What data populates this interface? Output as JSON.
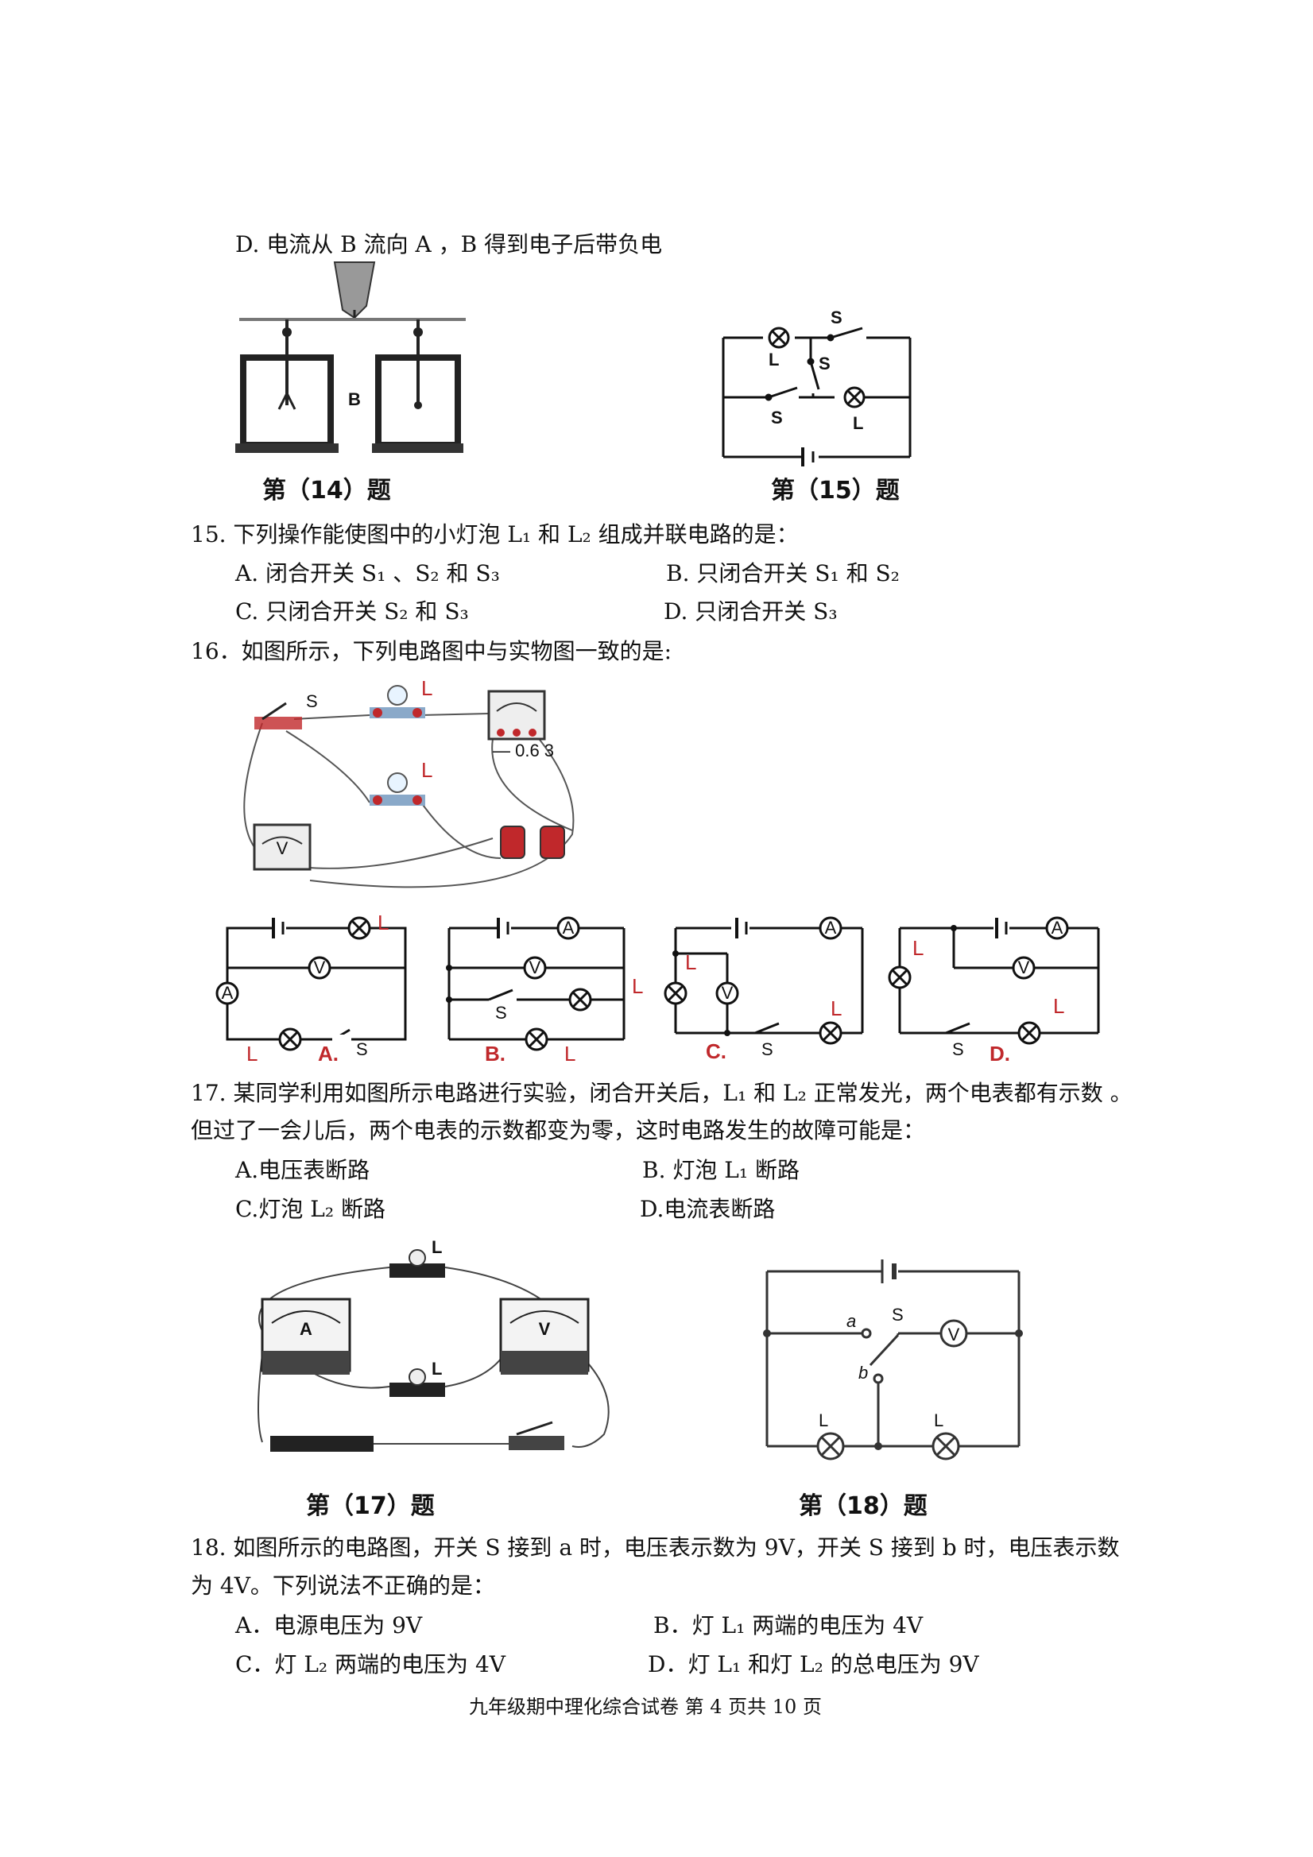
{
  "q14": {
    "option_d": "D.  电流从 B 流向 A ，B 得到电子后带负电",
    "fig_label_b": "B",
    "caption": "第（14）题"
  },
  "q15": {
    "caption": "第（15）题",
    "fig_labels": {
      "s2": "S",
      "s3": "S",
      "s1": "S",
      "l1": "L",
      "l2": "L"
    },
    "stem": "15.    下列操作能使图中的小灯泡 L₁ 和 L₂ 组成并联电路的是：",
    "options": [
      "A.  闭合开关 S₁ 、S₂ 和 S₃",
      "B.  只闭合开关 S₁ 和 S₂",
      "C.  只闭合开关 S₂ 和 S₃",
      "D. 只闭合开关 S₃"
    ]
  },
  "q16": {
    "stem": "16．如图所示，下列电路图中与实物图一致的是:",
    "photo_labels": {
      "s": "S",
      "l1": "L",
      "l2": "L",
      "scale": "— 0.6 3",
      "v": "V"
    },
    "diagram_labels": [
      "A.",
      "B.",
      "C.",
      "D."
    ],
    "component_labels": {
      "l1": "L",
      "l2": "L",
      "s": "S",
      "a": "A",
      "v": "V"
    }
  },
  "q17": {
    "stem_line1": "17.    某同学利用如图所示电路进行实验，闭合开关后，L₁ 和 L₂ 正常发光，两个电表都有示数 。",
    "stem_line2": "但过了一会儿后，两个电表的示数都变为零，这时电路发生的故障可能是：",
    "options": [
      "A.电压表断路",
      "B. 灯泡 L₁ 断路",
      "C.灯泡 L₂ 断路",
      "D.电流表断路"
    ],
    "caption": "第（17）题",
    "photo_labels": {
      "l1": "L",
      "l2": "L",
      "a": "A",
      "v": "V"
    }
  },
  "q18": {
    "caption": "第（18）题",
    "fig_labels": {
      "a": "a",
      "b": "b",
      "s": "S",
      "v": "V",
      "l1": "L",
      "l2": "L"
    },
    "stem_line1": "18.    如图所示的电路图，开关 S 接到 a 时，电压表示数为 9V，开关 S 接到 b 时，电压表示数",
    "stem_line2": "为 4V。下列说法不正确的是：",
    "options": [
      "A．电源电压为 9V",
      "B．灯 L₁ 两端的电压为 4V",
      "C．灯 L₂ 两端的电压为 4V",
      "D．灯 L₁ 和灯 L₂ 的总电压为 9V"
    ]
  },
  "footer": "九年级期中理化综合试卷      第 4 页共 10 页"
}
